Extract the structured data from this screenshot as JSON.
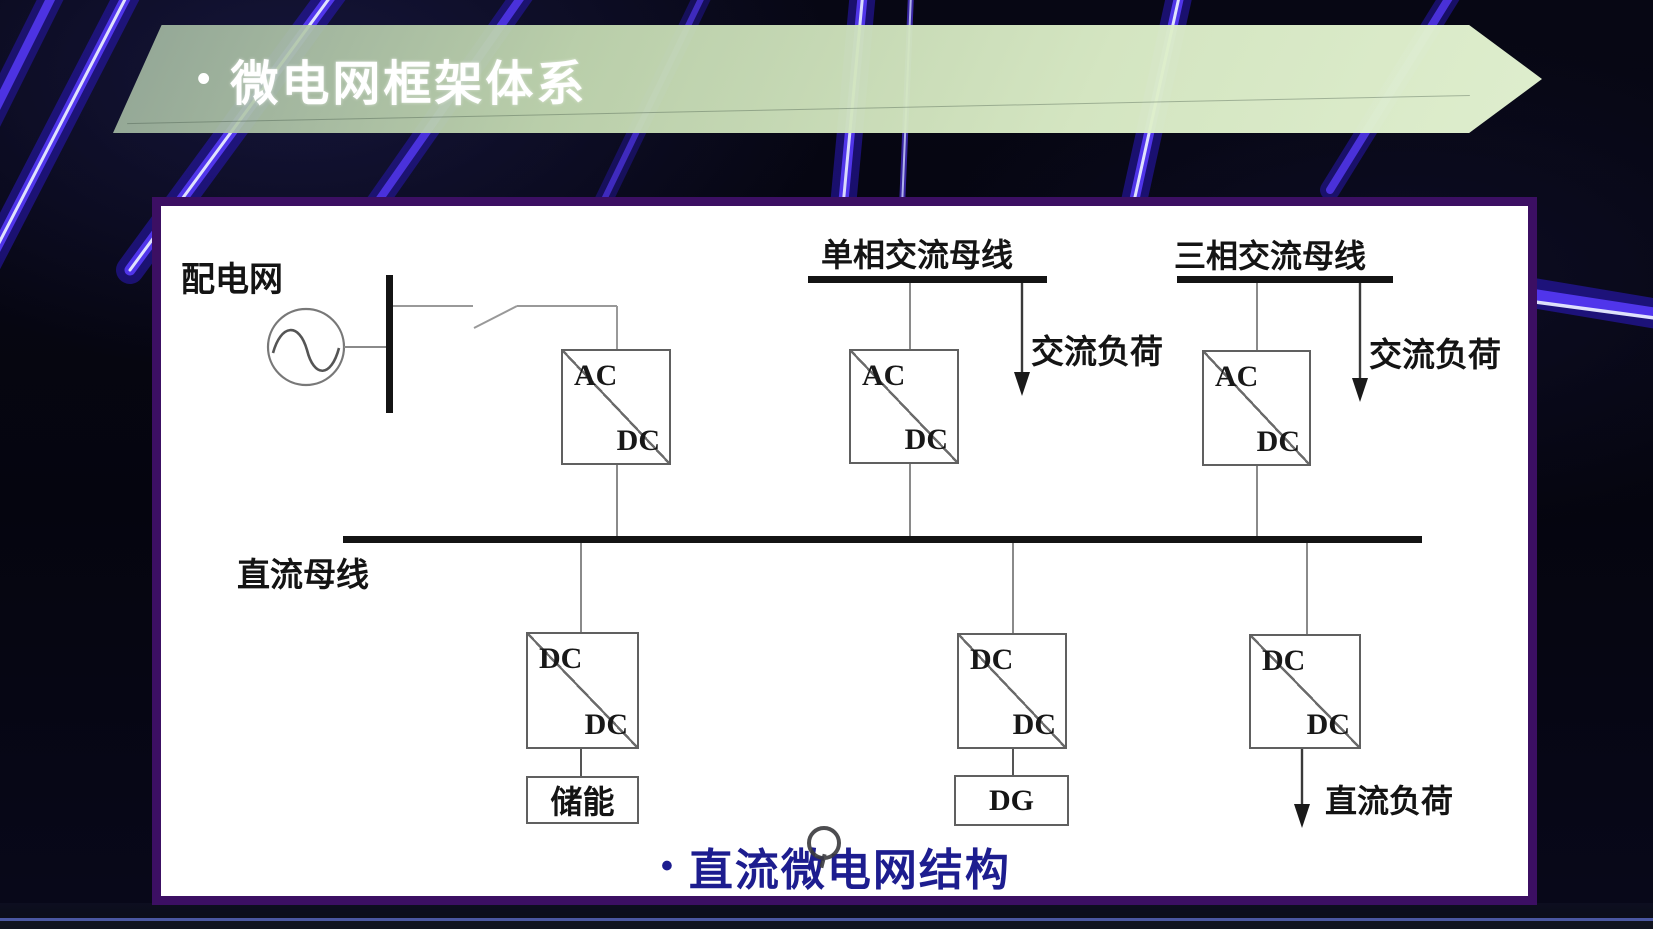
{
  "slide": {
    "title_bullet": "•",
    "title": "微电网框架体系"
  },
  "diagram": {
    "labels": {
      "grid": "配电网",
      "single_phase_ac_bus": "单相交流母线",
      "three_phase_ac_bus": "三相交流母线",
      "ac_load_1": "交流负荷",
      "ac_load_2": "交流负荷",
      "dc_bus": "直流母线",
      "dc_load": "直流负荷"
    },
    "converters": [
      {
        "top": "AC",
        "bottom": "DC"
      },
      {
        "top": "AC",
        "bottom": "DC"
      },
      {
        "top": "AC",
        "bottom": "DC"
      },
      {
        "top": "DC",
        "bottom": "DC"
      },
      {
        "top": "DC",
        "bottom": "DC"
      },
      {
        "top": "DC",
        "bottom": "DC"
      }
    ],
    "boxes": {
      "storage": "储能",
      "dg": "DG"
    },
    "caption_bullet": "•",
    "caption": "直流微电网结构"
  },
  "colors": {
    "background": "#05050f",
    "banner_green": "#dcecc6",
    "panel_border": "#3c0f63",
    "caption_blue": "#1d1d8f",
    "beam_glow": "#5a3cff",
    "beam_core": "#e8ecff",
    "diagram_line": "#8a8a8a",
    "diagram_bar": "#141414"
  }
}
